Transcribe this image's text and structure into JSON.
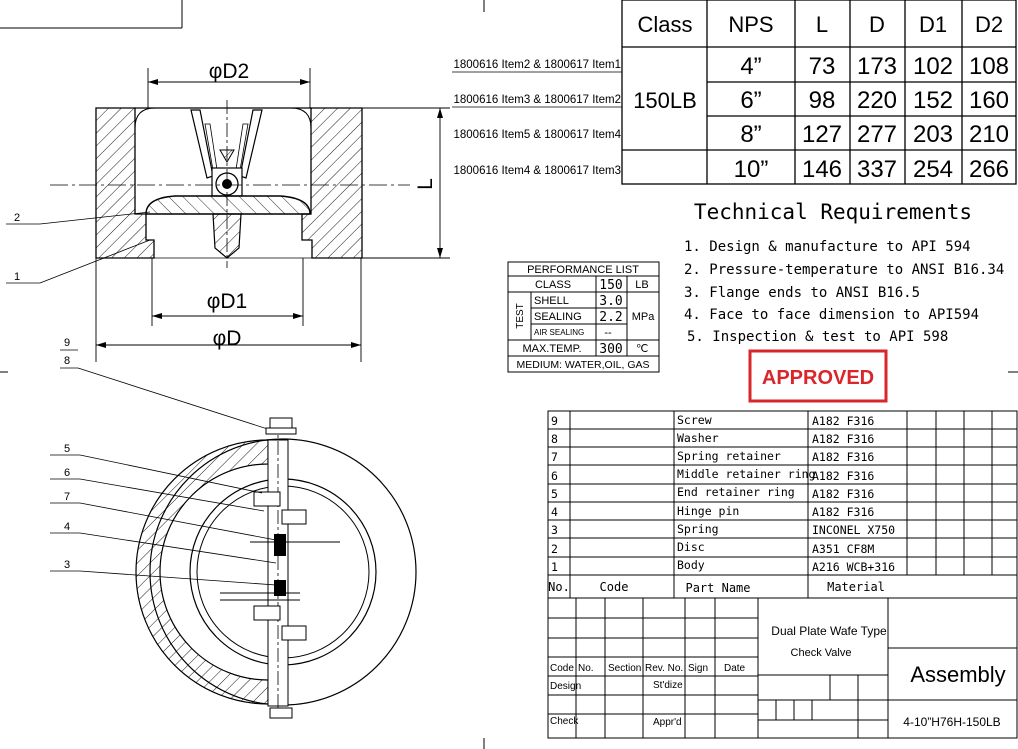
{
  "dim_table": {
    "headers": [
      "Class",
      "NPS",
      "L",
      "D",
      "D1",
      "D2"
    ],
    "class_value": "150LB",
    "rows": [
      {
        "ref": "1800616 Item2 & 1800617 Item1",
        "nps": "4”",
        "L": "73",
        "D": "173",
        "D1": "102",
        "D2": "108"
      },
      {
        "ref": "1800616 Item3 & 1800617 Item2",
        "nps": "6”",
        "L": "98",
        "D": "220",
        "D1": "152",
        "D2": "160"
      },
      {
        "ref": "1800616 Item5 & 1800617 Item4",
        "nps": "8”",
        "L": "127",
        "D": "277",
        "D1": "203",
        "D2": "210"
      },
      {
        "ref": "1800616 Item4 & 1800617 Item3",
        "nps": "10”",
        "L": "146",
        "D": "337",
        "D1": "254",
        "D2": "266"
      }
    ]
  },
  "tech": {
    "title": "Technical Requirements",
    "items": [
      "1. Design & manufacture to API 594",
      "2. Pressure-temperature to ANSI B16.34",
      "3. Flange ends to ANSI B16.5",
      "4. Face to face dimension to API594",
      "5. Inspection & test to API 598"
    ]
  },
  "stamp": {
    "text": "APPROVED",
    "color": "#d9262b"
  },
  "perf": {
    "title": "PERFORMANCE LIST",
    "class_label": "CLASS",
    "class_value": "150",
    "class_unit": "LB",
    "test_label": "TEST",
    "shell_label": "SHELL",
    "shell_value": "3.0",
    "sealing_label": "SEALING",
    "sealing_value": "2.2",
    "pressure_unit": "MPa",
    "air_label": "AIR SEALING",
    "air_value": "--",
    "temp_label": "MAX.TEMP.",
    "temp_value": "300",
    "temp_unit": "℃",
    "medium": "MEDIUM: WATER,OIL, GAS"
  },
  "dims": {
    "d2": "φD2",
    "d1": "φD1",
    "d": "φD",
    "l": "L"
  },
  "top_callouts": [
    "2",
    "1",
    "9",
    "8"
  ],
  "side_callouts": [
    "5",
    "6",
    "7",
    "4",
    "3"
  ],
  "bom": {
    "rows": [
      {
        "no": "9",
        "name": "Screw",
        "material": "A182 F316"
      },
      {
        "no": "8",
        "name": "Washer",
        "material": "A182 F316"
      },
      {
        "no": "7",
        "name": "Spring retainer",
        "material": "A182 F316"
      },
      {
        "no": "6",
        "name": "Middle retainer ring",
        "material": "A182 F316"
      },
      {
        "no": "5",
        "name": "End retainer ring",
        "material": "A182 F316"
      },
      {
        "no": "4",
        "name": "Hinge pin",
        "material": "A182 F316"
      },
      {
        "no": "3",
        "name": "Spring",
        "material": "INCONEL X750"
      },
      {
        "no": "2",
        "name": "Disc",
        "material": "A351 CF8M"
      },
      {
        "no": "1",
        "name": "Body",
        "material": "A216 WCB+316"
      }
    ],
    "header": {
      "no": "No.",
      "code": "Code",
      "name": "Part Name",
      "material": "Material"
    }
  },
  "title_block": {
    "code": "Code",
    "no": "No.",
    "section": "Section",
    "rev_no": "Rev. No.",
    "sign": "Sign",
    "date": "Date",
    "design": "Design",
    "stdize": "St'dize",
    "check": "Check",
    "apprd": "Appr'd",
    "product_line1": "Dual Plate Wafe Type",
    "product_line2": "Check Valve",
    "assembly": "Assembly",
    "drawing_no": "4-10”H76H-150LB"
  }
}
